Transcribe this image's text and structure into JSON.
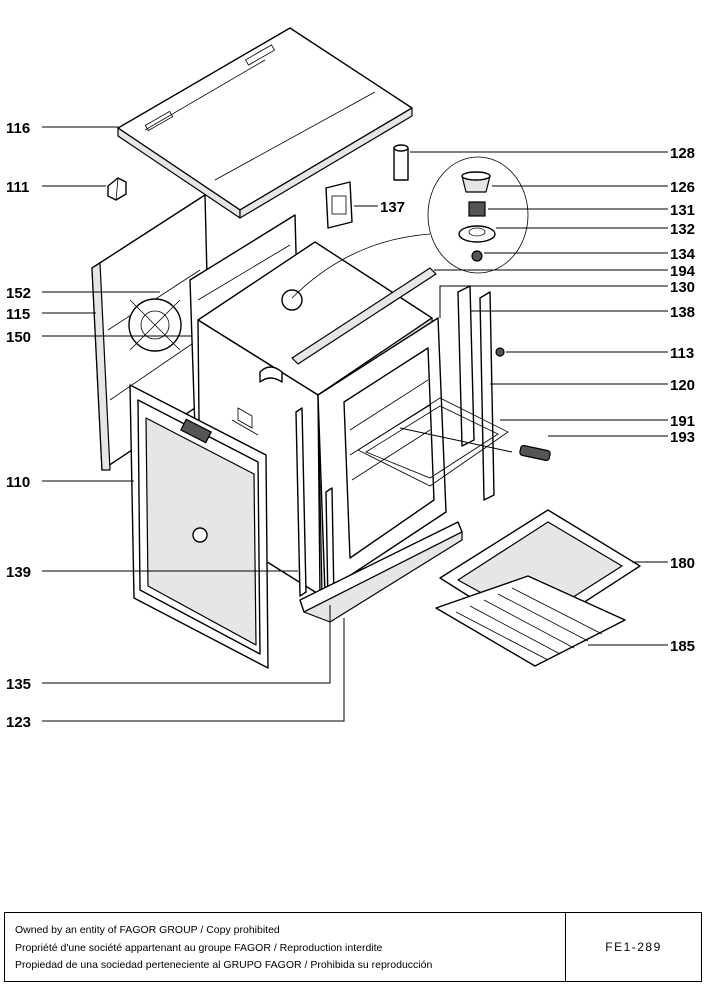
{
  "callouts": {
    "c116": "116",
    "c111": "111",
    "c152": "152",
    "c115": "115",
    "c150": "150",
    "c110": "110",
    "c139": "139",
    "c135": "135",
    "c123": "123",
    "c128": "128",
    "c126": "126",
    "c137": "137",
    "c131": "131",
    "c132": "132",
    "c134": "134",
    "c194": "194",
    "c130": "130",
    "c138": "138",
    "c113": "113",
    "c120": "120",
    "c191": "191",
    "c193": "193",
    "c180": "180",
    "c185": "185"
  },
  "footer": {
    "line1": "Owned by an entity of FAGOR GROUP / Copy prohibited",
    "line2": "Propriété d'une société appartenant au groupe FAGOR / Reproduction interdite",
    "line3": "Propiedad de una sociedad perteneciente al GRUPO FAGOR / Prohibida su reproducción",
    "code": "FE1-289"
  }
}
